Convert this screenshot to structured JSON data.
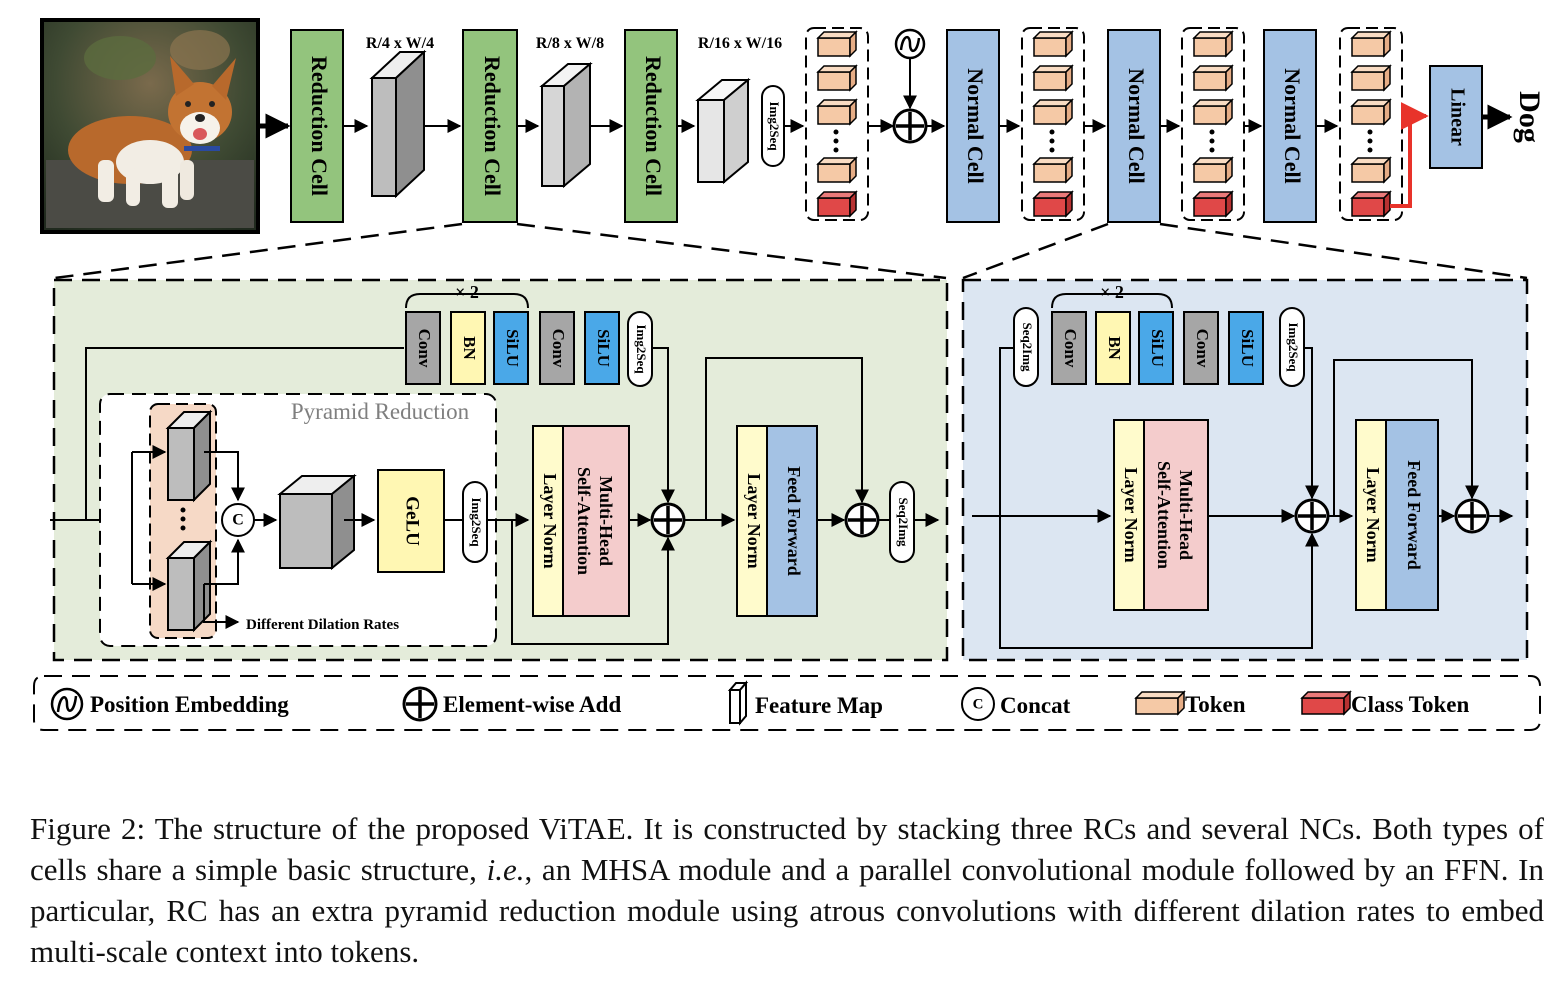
{
  "colors": {
    "reduction": "#93c47d",
    "normal": "#a4c2e4",
    "feature_map": "#d9d9d9",
    "token": "#f5c9a6",
    "class_token": "#e04848",
    "gelu": "#fff7b3",
    "layer_norm": "#fffbcc",
    "mhsa": "#f4cccc",
    "ffn": "#a4c2e4",
    "conv": "#a6a6a6",
    "bn": "#fff7b3",
    "silu": "#4aa8e8",
    "rc_bg": "#e4ecda",
    "nc_bg": "#dce6f2",
    "pyramid_bg": "#f6d9c6",
    "red_arrow": "#e8332a"
  },
  "icons": [
    "corgi-photo",
    "position-embedding-icon",
    "element-wise-add-icon",
    "feature-map-icon",
    "concat-icon",
    "token-icon",
    "class-token-icon"
  ],
  "top": {
    "reduction_cell": "Reduction Cell",
    "normal_cell": "Normal Cell",
    "linear": "Linear",
    "output": "Dog",
    "img2seq": "Img2Seq",
    "res1": "R/4 x W/4",
    "res2": "R/8 x W/8",
    "res3": "R/16 x W/16"
  },
  "rc": {
    "times2": "× 2",
    "conv": "Conv",
    "bn": "BN",
    "silu": "SiLU",
    "img2seq": "Img2Seq",
    "seq2img": "Seq2Img",
    "pyramid_title": "Pyramid Reduction",
    "concat_symbol": "C",
    "gelu": "GeLU",
    "layer_norm": "Layer Norm",
    "mhsa_line1": "Multi-Head",
    "mhsa_line2": "Self-Attention",
    "ffn": "Feed Forward",
    "dilation_note": "Different Dilation Rates"
  },
  "nc": {
    "times2": "× 2",
    "seq2img": "Seq2Img",
    "conv": "Conv",
    "bn": "BN",
    "silu": "SiLU",
    "img2seq": "Img2Seq",
    "layer_norm": "Layer Norm",
    "mhsa_line1": "Multi-Head",
    "mhsa_line2": "Self-Attention",
    "ffn": "Feed Forward"
  },
  "legend": {
    "position_embedding": "Position Embedding",
    "element_wise_add": "Element-wise Add",
    "feature_map": "Feature Map",
    "concat": "Concat",
    "concat_symbol": "C",
    "token": "Token",
    "class_token": "Class Token"
  },
  "caption": {
    "part1": "Figure 2: The structure of the proposed ViTAE. It is constructed by stacking three RCs and several NCs.  Both types of cells share a simple basic structure, ",
    "ie": "i.e.",
    "part2": ", an MHSA module and a parallel convolutional module followed by an FFN. In particular, RC has an extra pyramid reduction module using atrous convolutions with different dilation rates to embed multi-scale context into tokens."
  }
}
